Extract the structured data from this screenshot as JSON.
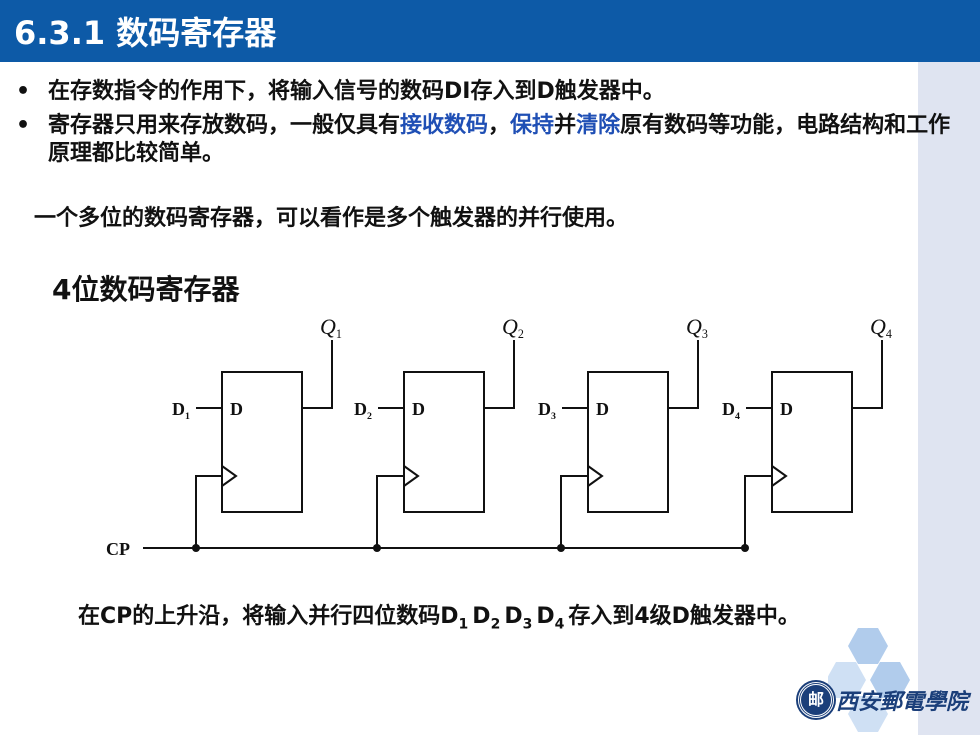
{
  "title": "6.3.1 数码寄存器",
  "bullets": [
    {
      "parts": [
        {
          "text": "在存数指令的作用下，将输入信号的数码DI存入到D触发器中。",
          "hl": false
        }
      ]
    },
    {
      "parts": [
        {
          "text": "寄存器只用来存放数码，一般仅具有",
          "hl": false
        },
        {
          "text": "接收数码",
          "hl": true
        },
        {
          "text": "，",
          "hl": false
        },
        {
          "text": "保持",
          "hl": true
        },
        {
          "text": "并",
          "hl": false
        },
        {
          "text": "清除",
          "hl": true
        },
        {
          "text": "原有数码等功能，电路结构和工作原理都比较简单。",
          "hl": false
        }
      ]
    }
  ],
  "intro": "一个多位的数码寄存器，可以看作是多个触发器的并行使用。",
  "subtitle": "4位数码寄存器",
  "circuit": {
    "clock_label": "CP",
    "flip_flops": [
      {
        "input": "D",
        "input_sub": "1",
        "d_label": "D",
        "output": "Q",
        "output_sub": "1"
      },
      {
        "input": "D",
        "input_sub": "2",
        "d_label": "D",
        "output": "Q",
        "output_sub": "2"
      },
      {
        "input": "D",
        "input_sub": "3",
        "d_label": "D",
        "output": "Q",
        "output_sub": "3"
      },
      {
        "input": "D",
        "input_sub": "4",
        "d_label": "D",
        "output": "Q",
        "output_sub": "4"
      }
    ]
  },
  "caption": {
    "prefix": "在CP的上升沿，将输入并行四位数码",
    "d_items": [
      {
        "letter": "D",
        "sub": "1"
      },
      {
        "letter": "D",
        "sub": "2"
      },
      {
        "letter": "D",
        "sub": "3"
      },
      {
        "letter": "D",
        "sub": "4"
      }
    ],
    "suffix": "存入到4级D触发器中。"
  },
  "logo": {
    "badge": "邮",
    "text": "西安郵電學院"
  },
  "colors": {
    "title_bar": "#0d5aa7",
    "highlight": "#1f4fb5",
    "hexagon": "#a9c6ea",
    "side_band": "#dfe4f1"
  }
}
